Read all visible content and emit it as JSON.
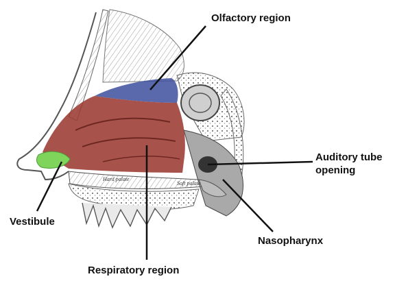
{
  "labels": {
    "olfactory": "Olfactory region",
    "auditory": "Auditory tube\nopening",
    "vestibule": "Vestibule",
    "nasopharynx": "Nasopharynx",
    "respiratory": "Respiratory region"
  },
  "inline_text": {
    "hard_palate": "Hard palate",
    "soft_palate": "Soft palate"
  },
  "colors": {
    "olfactory": "#3d4f9c",
    "respiratory": "#9b3b33",
    "vestibule": "#7fd55c",
    "bone": "#e6e6e6",
    "line": "#111111"
  }
}
